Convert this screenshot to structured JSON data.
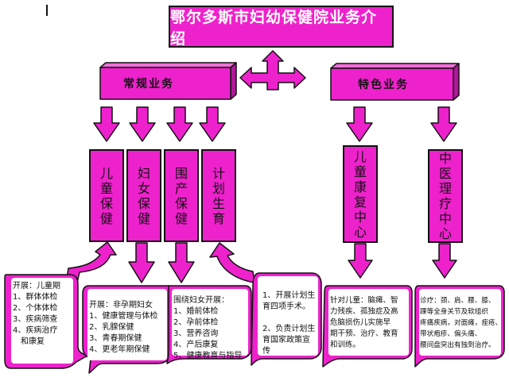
{
  "title": "鄂尔多斯市妇幼保健院业务介绍",
  "categories": {
    "regular": "常规业务",
    "special": "特色业务"
  },
  "columns": {
    "child_care": "儿童保健",
    "women_care": "妇女保健",
    "perinatal_care": "围产保健",
    "family_planning": "计划生育",
    "child_rehab": "儿童康复中心",
    "tcm_therapy": "中医理疗中心"
  },
  "notes": {
    "child_care": [
      "开展：儿童期",
      "1、群体体检",
      "2、个体体检",
      "3、疾病筛查",
      "4、疾病治疗",
      "　和康复"
    ],
    "women_care": [
      "开展：非孕期妇女",
      "1、健康管理与体检",
      "2、乳腺保健",
      "3、青春期保健",
      "4、更老年期保健"
    ],
    "perinatal_care": [
      "围绕妇女开展：",
      "1、婚前体检",
      "2、孕前体检",
      "3、营养咨询",
      "4、产后康复",
      "5、健康教育与指导"
    ],
    "family_planning": [
      "1、开展计划生",
      "育四项手术。",
      "",
      "2、负责计划生",
      "育国家政策宣",
      "传"
    ],
    "child_rehab": [
      "针对儿童：脑瘫、智",
      "力残疾、孤独症及高",
      "危脑损伤儿实施早",
      "期干预、治疗、教育",
      "和训练。"
    ],
    "tcm_therapy": [
      "诊疗：颈、肩、腰、膝、",
      "踝等全身关节及软组织",
      "疼痛疾病，对面瘫，痤疮、",
      "带状疱疹、偏头痛、",
      "腰间盘突出有独到治疗。"
    ]
  },
  "colors": {
    "accent": "#ee22cc",
    "outline": "#111111",
    "background": "#ffffff"
  }
}
